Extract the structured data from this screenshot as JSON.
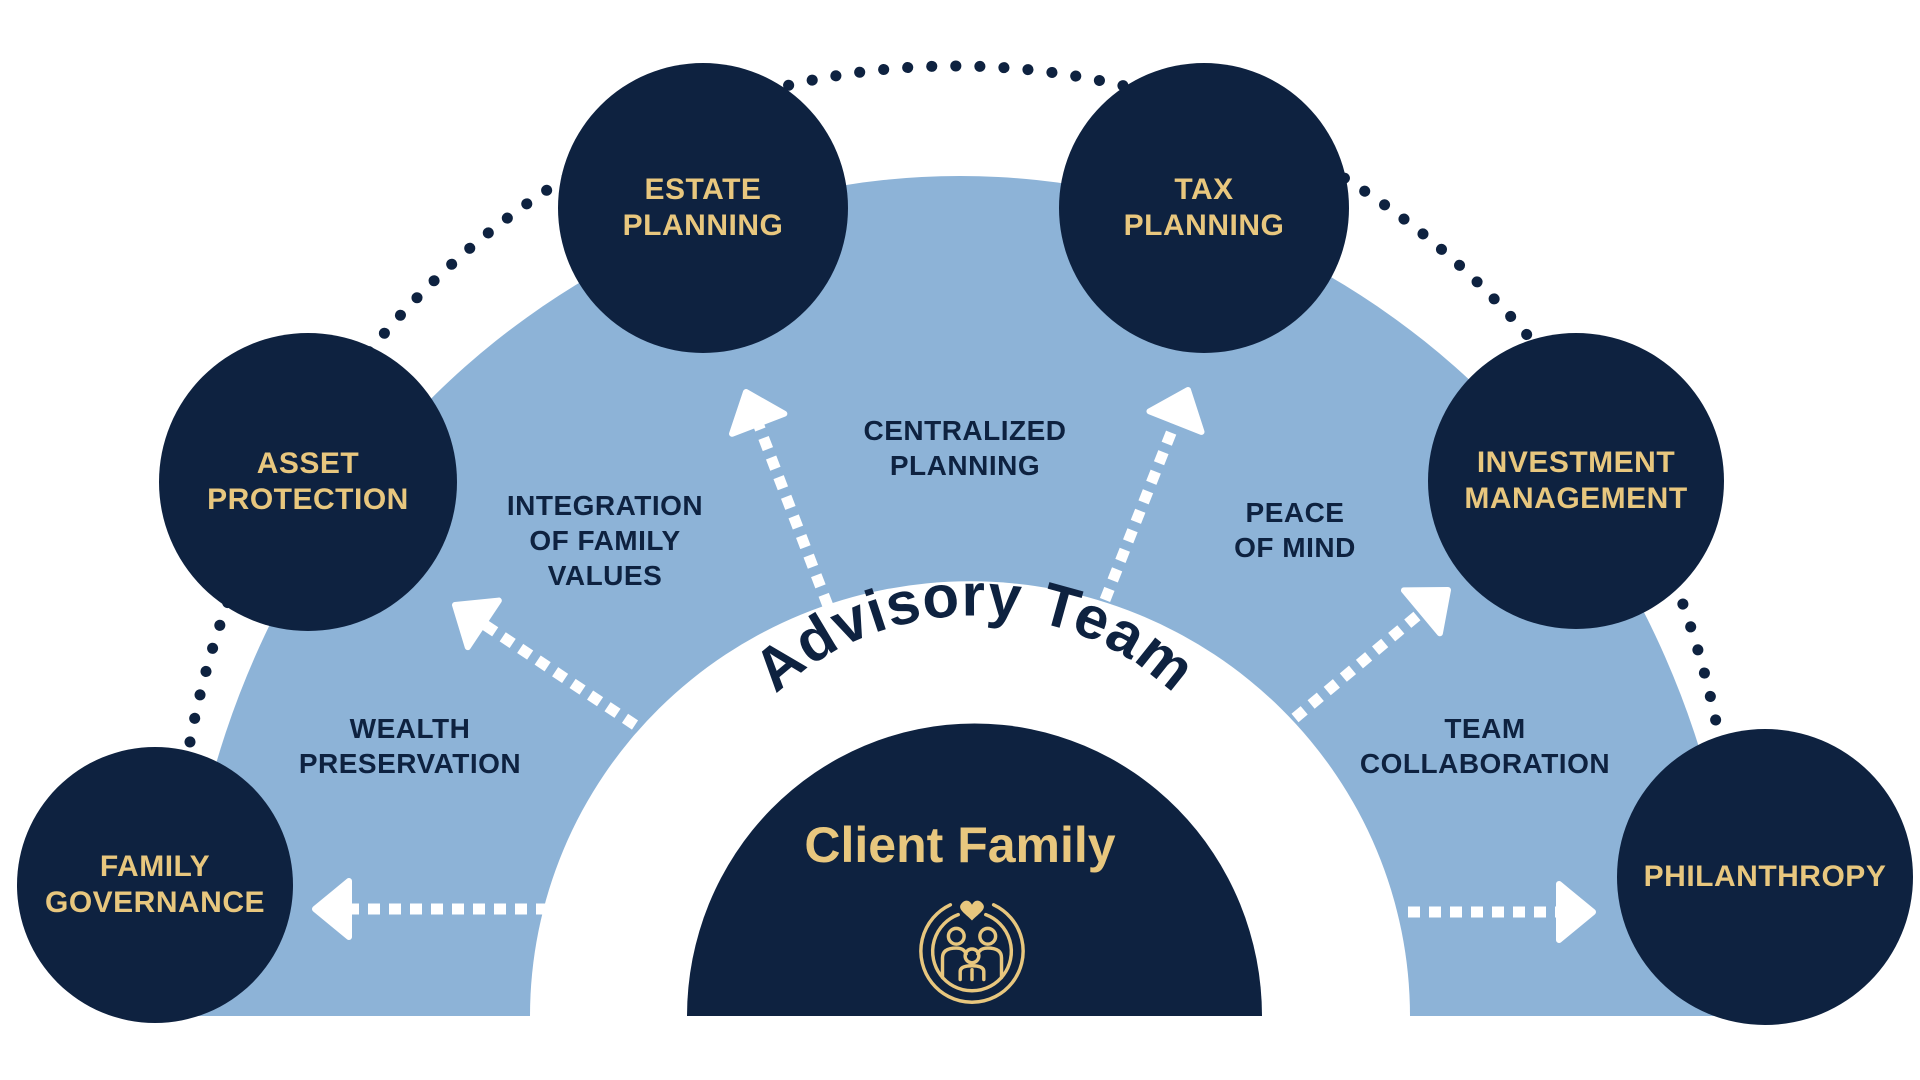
{
  "diagram": {
    "center": {
      "arc_title": "Advisory Team",
      "client_title": "Client Family",
      "client_icon": "family-heart-icon"
    },
    "services": [
      {
        "id": "family-governance",
        "label": "FAMILY\nGOVERNANCE"
      },
      {
        "id": "asset-protection",
        "label": "ASSET\nPROTECTION"
      },
      {
        "id": "estate-planning",
        "label": "ESTATE\nPLANNING"
      },
      {
        "id": "tax-planning",
        "label": "TAX\nPLANNING"
      },
      {
        "id": "investment-management",
        "label": "INVESTMENT\nMANAGEMENT"
      },
      {
        "id": "philanthropy",
        "label": "PHILANTHROPY"
      }
    ],
    "benefits": [
      {
        "id": "wealth-preservation",
        "label": "WEALTH\nPRESERVATION"
      },
      {
        "id": "integration-of-family-values",
        "label": "INTEGRATION\nOF FAMILY\nVALUES"
      },
      {
        "id": "centralized-planning",
        "label": "CENTRALIZED\nPLANNING"
      },
      {
        "id": "peace-of-mind",
        "label": "PEACE\nOF MIND"
      },
      {
        "id": "team-collaboration",
        "label": "TEAM\nCOLLABORATION"
      }
    ],
    "colors": {
      "navy": "#0e2240",
      "gold": "#e8c77e",
      "light_blue": "#8db3d7",
      "white": "#ffffff"
    }
  }
}
